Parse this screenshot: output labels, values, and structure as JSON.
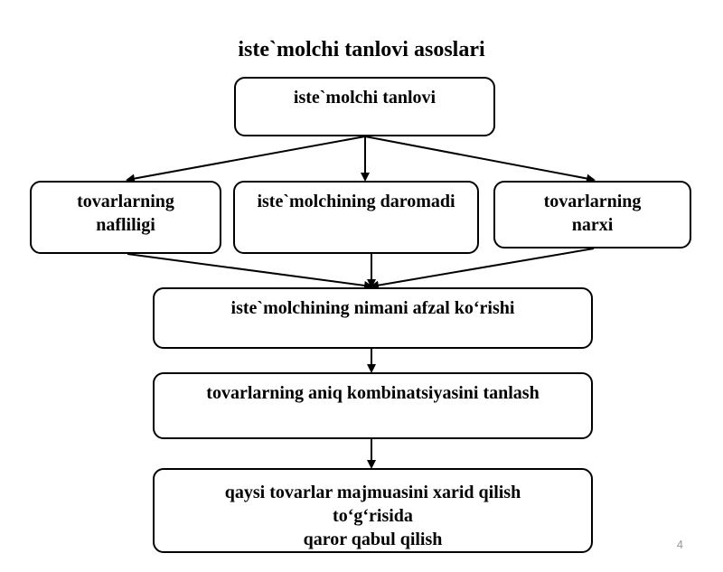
{
  "title": "iste`molchi tanlovi asoslari",
  "nodes": {
    "top": {
      "lines": [
        "iste`molchi  tanlovi"
      ]
    },
    "left": {
      "lines": [
        "tovarlarning",
        "nafliligi"
      ]
    },
    "middle": {
      "lines": [
        "iste`molchining daromadi"
      ]
    },
    "right": {
      "lines": [
        "tovarlarning",
        "narxi"
      ]
    },
    "preference": {
      "lines": [
        "iste`molchining nimani afzal  ko‘rishi"
      ]
    },
    "combination": {
      "lines": [
        "tovarlarning  aniq  kombinatsiyasini tanlash"
      ]
    },
    "decision": {
      "lines": [
        "qaysi  tovarlar  majmuasini xarid  qilish",
        "to‘g‘risida",
        "qaror qabul  qilish"
      ]
    }
  },
  "page_number": "4"
}
